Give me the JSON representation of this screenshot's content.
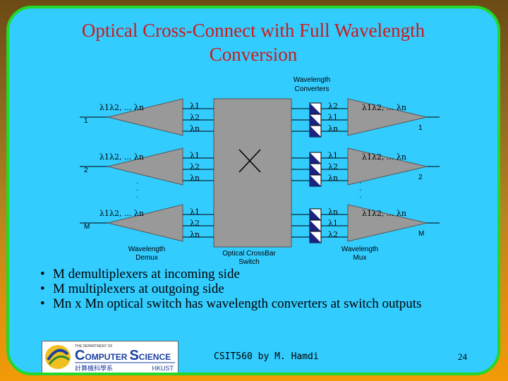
{
  "title_line1": "Optical Cross-Connect with Full Wavelength",
  "title_line2": "Conversion",
  "diagram": {
    "converters_label_1": "Wavelength",
    "converters_label_2": "Converters",
    "demux_label_1": "Wavelength",
    "demux_label_2": "Demux",
    "switch_label_1": "Optical CrossBar",
    "switch_label_2": "Switch",
    "mux_label_1": "Wavelength",
    "mux_label_2": "Mux",
    "switch_symbol": "X",
    "wdm_signal": "λ1λ2, ... λn",
    "inputs": [
      {
        "port": "1",
        "outputs": [
          "λ1",
          "λ2",
          "λn"
        ]
      },
      {
        "port": "2",
        "outputs": [
          "λ1",
          "λ2",
          "λn"
        ]
      },
      {
        "port": "M",
        "outputs": [
          "λ1",
          "λ2",
          "λn"
        ]
      }
    ],
    "outputs": [
      {
        "port": "1",
        "inputs": [
          "λ2",
          "λ1",
          "λn"
        ]
      },
      {
        "port": "2",
        "inputs": [
          "λ1",
          "λ2",
          "λn"
        ]
      },
      {
        "port": "M",
        "inputs": [
          "λn",
          "λ1",
          "λ2"
        ]
      }
    ],
    "ellipsis": "·"
  },
  "bullets": [
    "M demultiplexers at incoming side",
    "M multiplexers at outgoing side",
    "Mn x Mn optical switch has wavelength converters at switch outputs"
  ],
  "bullet_marker": "•",
  "logo": {
    "line1": "THE DEPARTMENT OF",
    "line2_a": "C",
    "line2_b": "OMPUTER",
    "line2_c": "S",
    "line2_d": "CIENCE",
    "line3_cn": "計算機科學系",
    "line3_en": "HKUST"
  },
  "footer": "CSIT560 by M. Hamdi",
  "page_number": "24"
}
